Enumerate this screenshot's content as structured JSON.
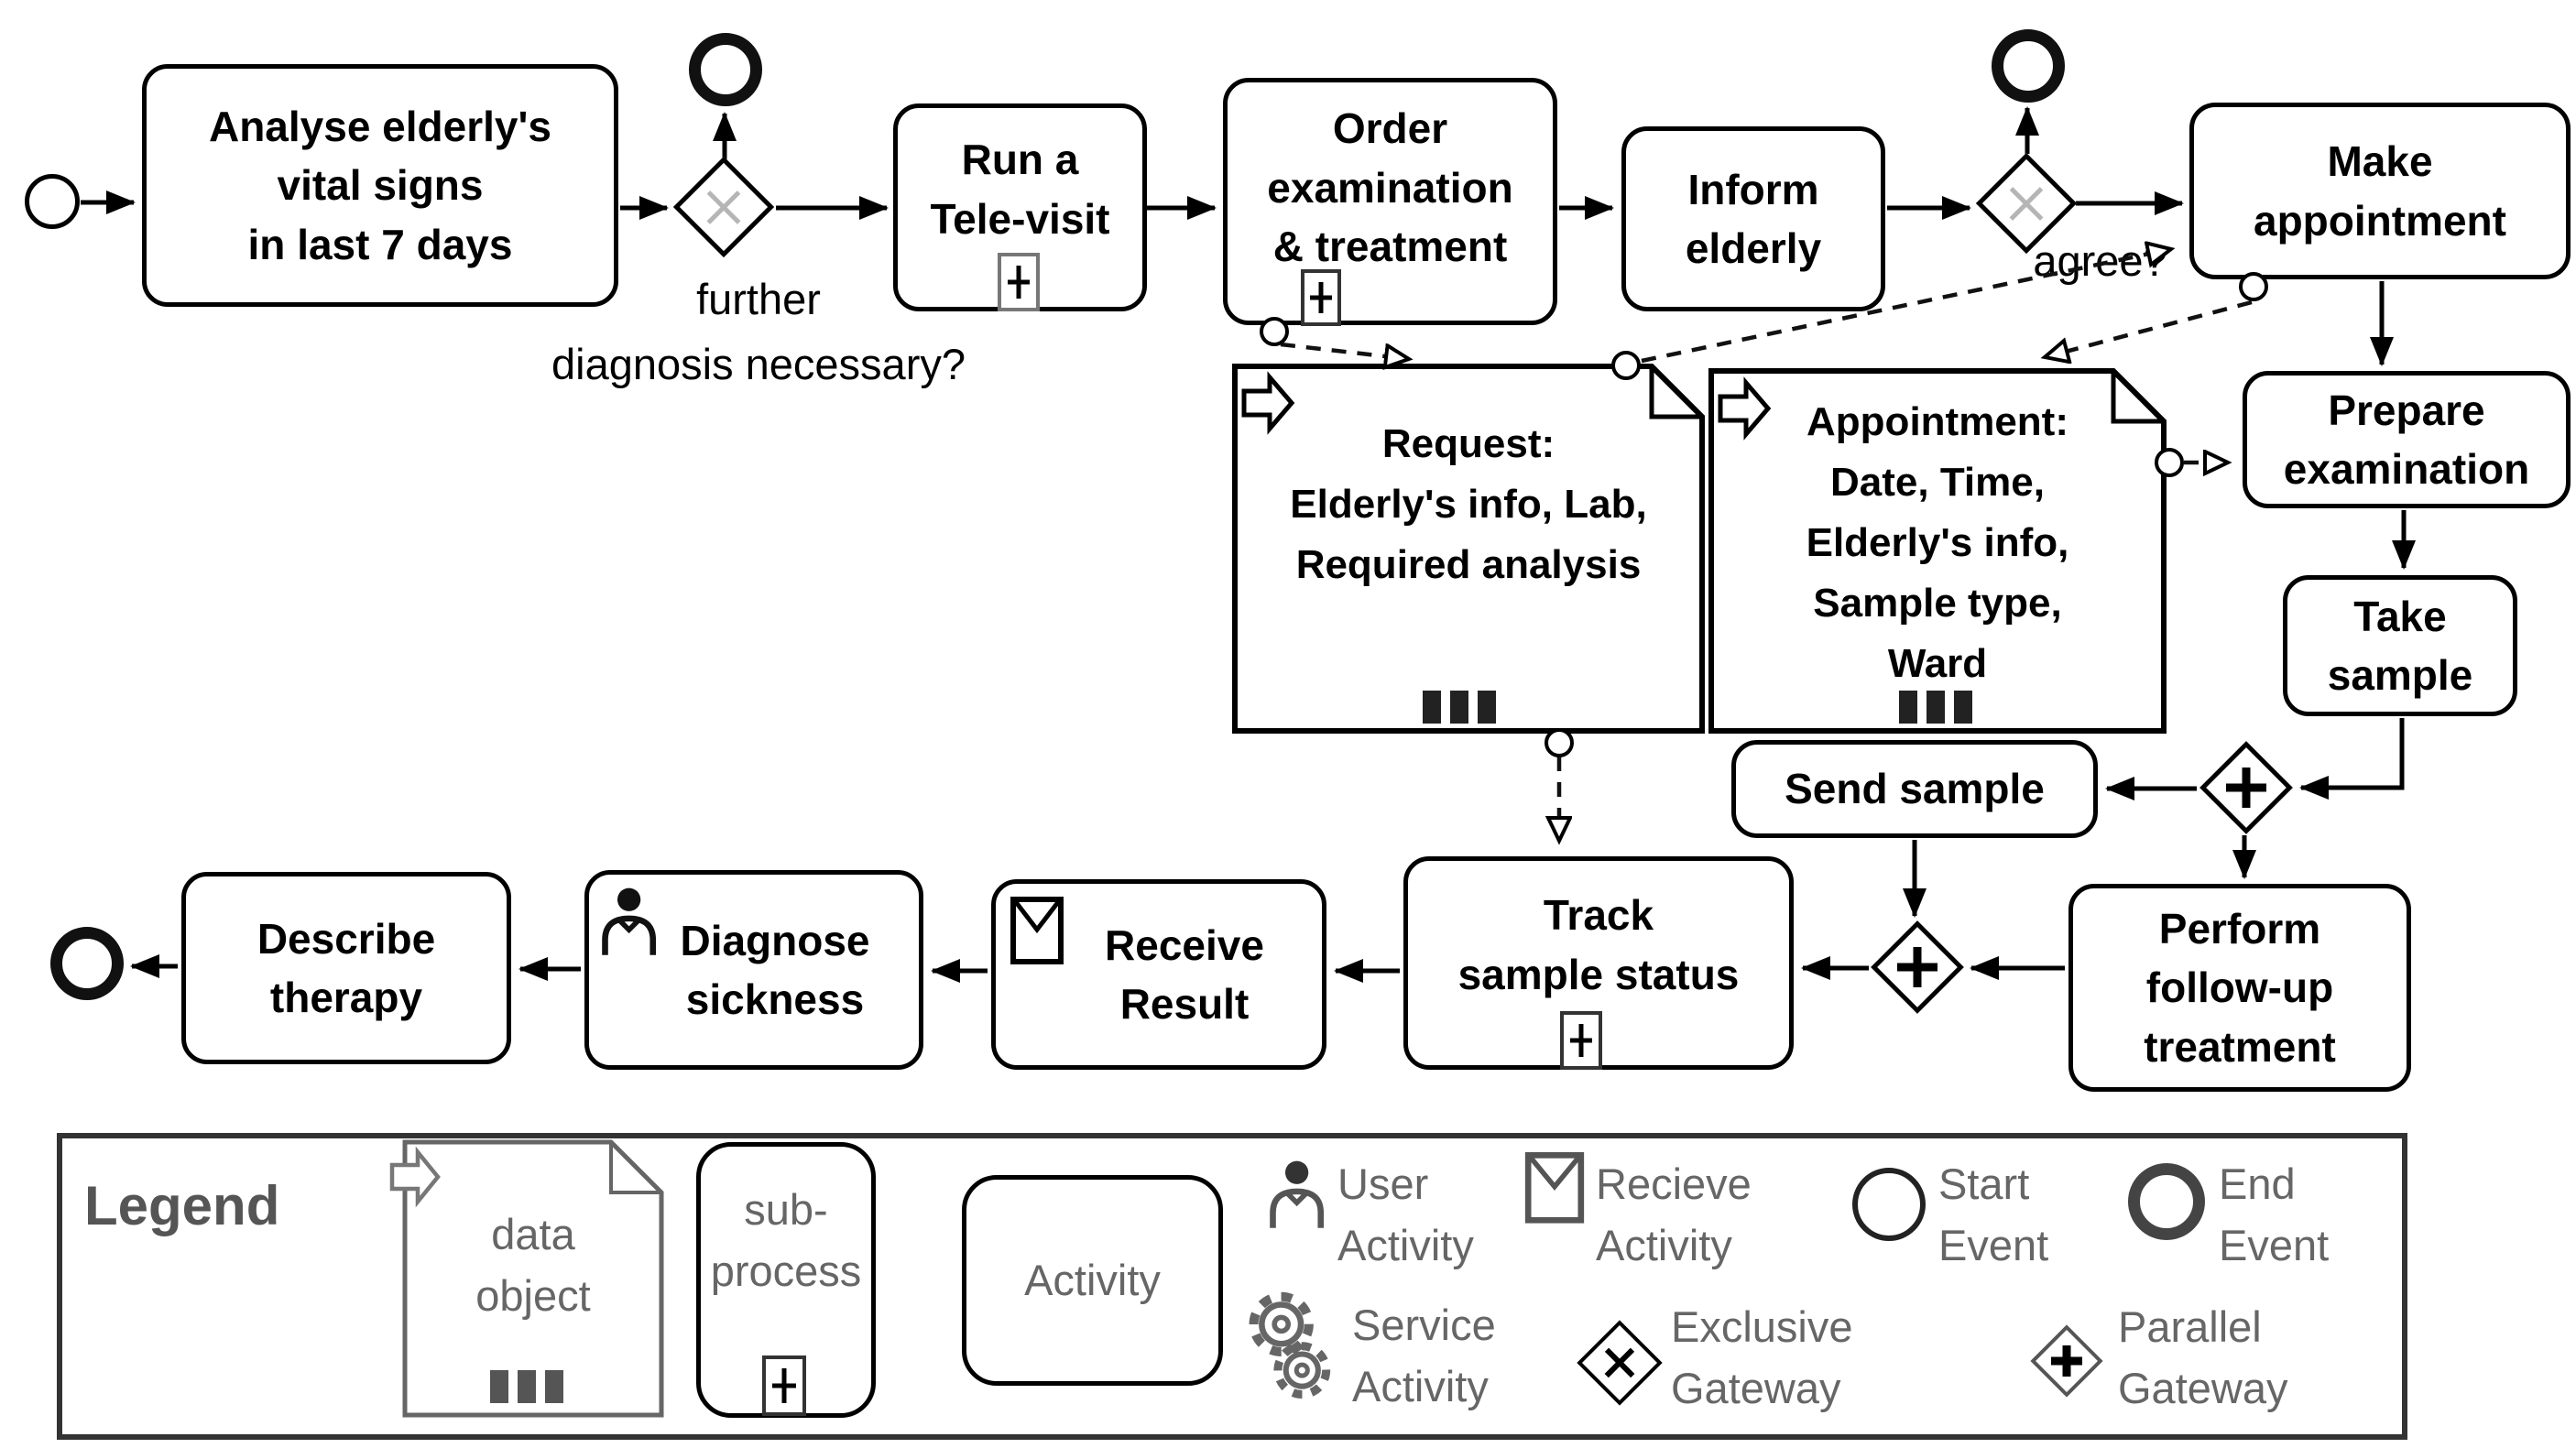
{
  "diagram": {
    "activities": {
      "analyse": "Analyse elderly's\nvital signs\nin last 7 days",
      "televisit": "Run a\nTele-visit",
      "order": "Order\nexamination\n& treatment",
      "inform": "Inform\nelderly",
      "make_appointment": "Make\nappointment",
      "prepare": "Prepare\nexamination",
      "take_sample": "Take\nsample",
      "send_sample": "Send sample",
      "perform": "Perform\nfollow-up\ntreatment",
      "track": "Track\nsample status",
      "receive": "Receive\nResult",
      "diagnose": "Diagnose\nsickness",
      "describe": "Describe\ntherapy"
    },
    "labels": {
      "gateway1": "further\ndiagnosis necessary?",
      "gateway2": "agree?"
    },
    "data_objects": {
      "request": "Request:\nElderly's info, Lab,\nRequired analysis",
      "appointment": "Appointment:\nDate, Time,\nElderly's info,\nSample type,\nWard"
    }
  },
  "legend": {
    "title": "Legend",
    "items": {
      "data_object": "data\nobject",
      "sub_process": "sub-\nprocess",
      "activity": "Activity",
      "user": "User\nActivity",
      "service": "Service\nActivity",
      "receive": "Recieve\nActivity",
      "start": "Start\nEvent",
      "end": "End\nEvent",
      "exclusive": "Exclusive\nGateway",
      "parallel": "Parallel\nGateway"
    }
  },
  "colors": {
    "line": "#000000",
    "gateway_x": "#b5b5b5",
    "legend_text": "#666666",
    "legend_title": "#555555",
    "marker_border": "#555555"
  }
}
